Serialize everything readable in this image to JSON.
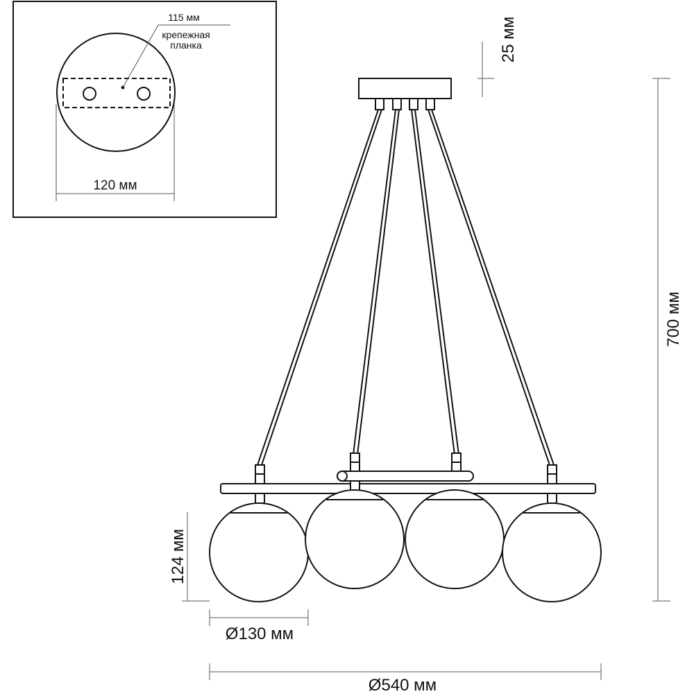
{
  "inset": {
    "bracket_width_label": "115 мм",
    "bracket_name_line1": "крепежная",
    "bracket_name_line2": "планка",
    "canopy_diameter_label": "120 мм"
  },
  "dimensions": {
    "canopy_height": "25 мм",
    "total_height": "700 мм",
    "globe_height": "124 мм",
    "globe_diameter": "Ø130 мм",
    "total_diameter": "Ø540 мм"
  },
  "colors": {
    "line": "#111111",
    "background": "#ffffff"
  }
}
